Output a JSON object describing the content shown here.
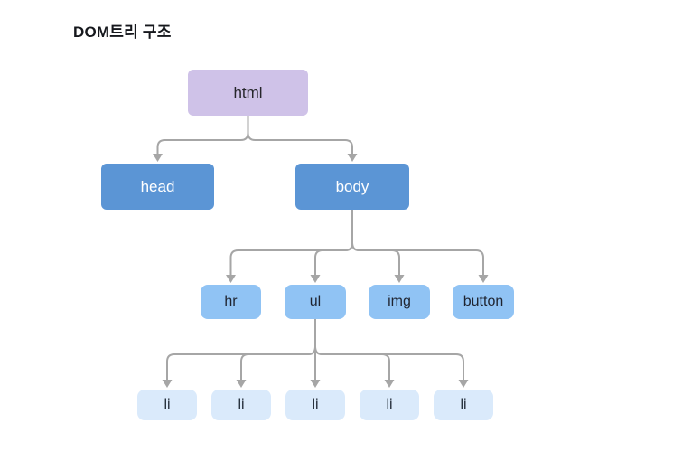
{
  "title": "DOM트리 구조",
  "colors": {
    "background": "#ffffff",
    "root_fill": "#cfc2e8",
    "level1_fill": "#5b95d5",
    "level1_text": "#ffffff",
    "level2_fill": "#90c3f4",
    "level3_fill": "#daeafb",
    "node_text_dark": "#26303c",
    "connector": "#a6a6a6",
    "title_text": "#16181d"
  },
  "tree": {
    "root": {
      "id": "html",
      "label": "html"
    },
    "level1": [
      {
        "id": "head",
        "label": "head"
      },
      {
        "id": "body",
        "label": "body"
      }
    ],
    "level2": [
      {
        "id": "hr",
        "label": "hr"
      },
      {
        "id": "ul",
        "label": "ul"
      },
      {
        "id": "img",
        "label": "img"
      },
      {
        "id": "button",
        "label": "button"
      }
    ],
    "level3": [
      {
        "id": "li-1",
        "label": "li"
      },
      {
        "id": "li-2",
        "label": "li"
      },
      {
        "id": "li-3",
        "label": "li"
      },
      {
        "id": "li-4",
        "label": "li"
      },
      {
        "id": "li-5",
        "label": "li"
      }
    ],
    "edges": [
      {
        "from": "html",
        "to": "head"
      },
      {
        "from": "html",
        "to": "body"
      },
      {
        "from": "body",
        "to": "hr"
      },
      {
        "from": "body",
        "to": "ul"
      },
      {
        "from": "body",
        "to": "img"
      },
      {
        "from": "body",
        "to": "button"
      },
      {
        "from": "ul",
        "to": "li-1"
      },
      {
        "from": "ul",
        "to": "li-2"
      },
      {
        "from": "ul",
        "to": "li-3"
      },
      {
        "from": "ul",
        "to": "li-4"
      },
      {
        "from": "ul",
        "to": "li-5"
      }
    ]
  }
}
